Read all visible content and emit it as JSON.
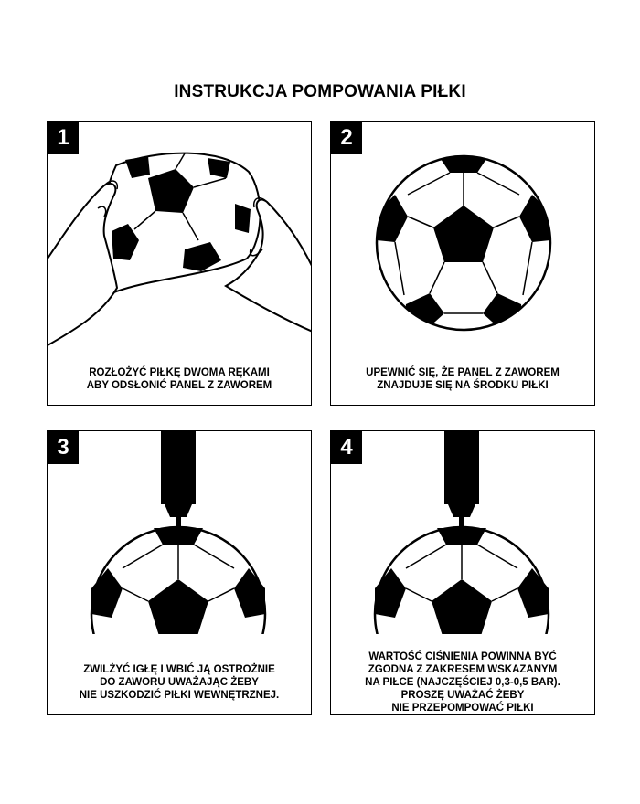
{
  "title": "INSTRUKCJA POMPOWANIA PIŁKI",
  "steps": [
    {
      "number": "1",
      "lines": [
        "ROZŁOŻYĆ PIŁKĘ DWOMA RĘKAMI",
        "ABY ODSŁONIĆ PANEL Z ZAWOREM"
      ]
    },
    {
      "number": "2",
      "lines": [
        "UPEWNIĆ SIĘ, ŻE PANEL Z ZAWOREM",
        "ZNAJDUJE SIĘ NA ŚRODKU PIŁKI"
      ]
    },
    {
      "number": "3",
      "lines": [
        "ZWILŻYĆ IGŁĘ I WBIĆ JĄ OSTROŻNIE",
        "DO ZAWORU UWAŻAJĄC ŻEBY",
        "NIE USZKODZIĆ PIŁKI WEWNĘTRZNEJ."
      ]
    },
    {
      "number": "4",
      "lines": [
        "WARTOŚĆ CIŚNIENIA POWINNA BYĆ",
        "ZGODNA Z ZAKRESEM WSKAZANYM",
        "NA PIŁCE (NAJCZĘŚCIEJ 0,3-0,5 BAR).",
        "PROSZĘ UWAŻAĆ ŻEBY",
        "NIE PRZEPOMPOWAĆ PIŁKI"
      ]
    }
  ]
}
